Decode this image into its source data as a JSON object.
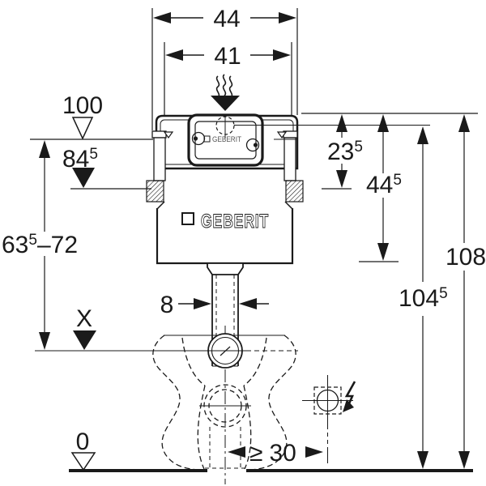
{
  "diagram": {
    "logos": {
      "tank": "GEBERIT",
      "panel": "GEBERIT"
    },
    "dims": {
      "outer_width": "44",
      "inner_width": "41",
      "top_level": "100",
      "plate_level": {
        "main": "84",
        "sup": "5"
      },
      "bend_range": {
        "main": "63",
        "sup": "5",
        "tail": "–72"
      },
      "front_panel": {
        "main": "23",
        "sup": "5"
      },
      "tank_bottom": {
        "main": "44",
        "sup": "5"
      },
      "install_height": {
        "main": "104",
        "sup": "5"
      },
      "total_height": "108",
      "flush_pipe_width": "8",
      "bend_level_label": "X",
      "floor_level": "0",
      "outlet_offset": {
        "prefix": "≥",
        "value": "30"
      }
    },
    "colors": {
      "ink": "#1a1a1a",
      "paper": "#ffffff"
    }
  }
}
